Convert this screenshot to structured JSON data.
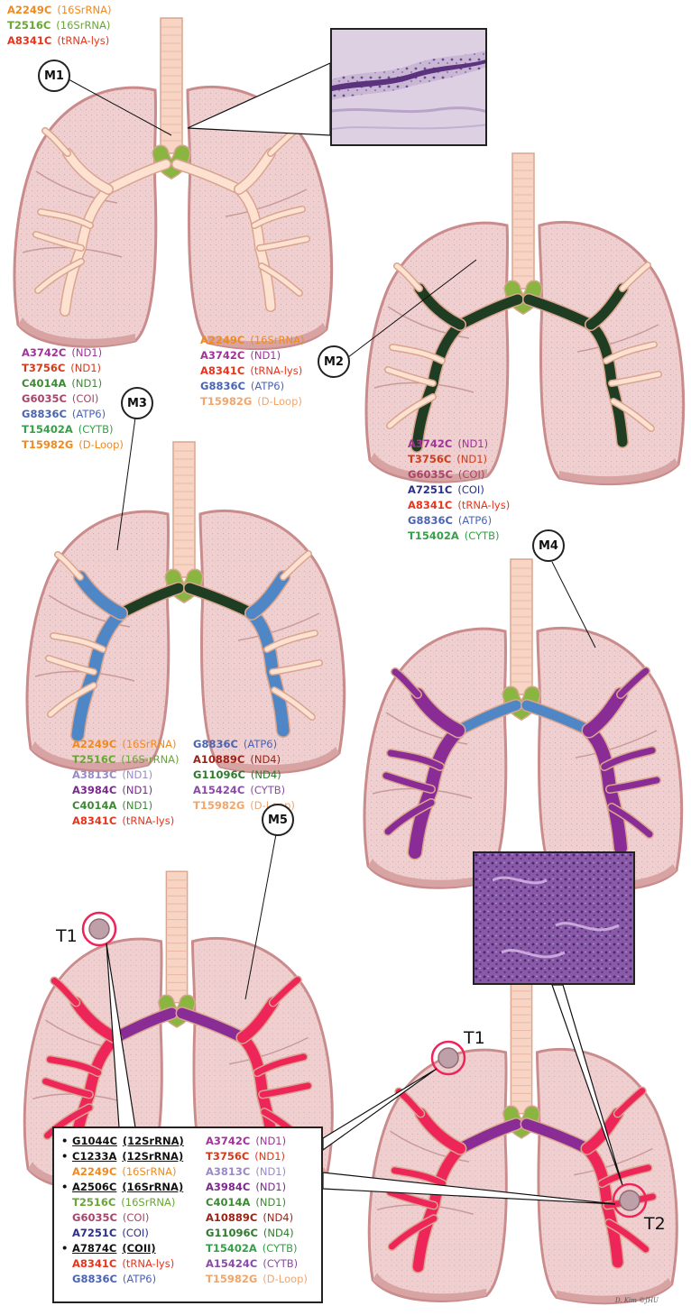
{
  "colors": {
    "lung_fill": "#efcfcf",
    "lung_edge": "#c98b8b",
    "lung_dark": "#d7a3a3",
    "airway": "#fde2d2",
    "airway_edge": "#d9a58f",
    "trachea": "#f7d4c4",
    "green": "#8ab540",
    "dark_green": "#1f3d22",
    "blue": "#4f86c6",
    "purple": "#8a2c96",
    "red": "#ee2559"
  },
  "stages": {
    "m1": {
      "label": "M1"
    },
    "m2": {
      "label": "M2"
    },
    "m3": {
      "label": "M3"
    },
    "m4": {
      "label": "M4"
    },
    "m5": {
      "label": "M5"
    }
  },
  "tumors": {
    "t1_left": "T1",
    "t1_right": "T1",
    "t2": "T2"
  },
  "lists": {
    "m1": [
      {
        "mut": "A2249C",
        "gene": "(16SrRNA)",
        "color": "#f08a1e"
      },
      {
        "mut": "T2516C",
        "gene": "(16SrRNA)",
        "color": "#6aa636"
      },
      {
        "mut": "A8341C",
        "gene": "(tRNA-lys)",
        "color": "#e8341c"
      }
    ],
    "m2": [
      {
        "mut": "A2249C",
        "gene": "(16SrRNA)",
        "color": "#f08a1e"
      },
      {
        "mut": "A3742C",
        "gene": "(ND1)",
        "color": "#a0329a"
      },
      {
        "mut": "A8341C",
        "gene": "(tRNA-lys)",
        "color": "#e8341c"
      },
      {
        "mut": "G8836C",
        "gene": "(ATP6)",
        "color": "#4a63b4"
      },
      {
        "mut": "T15982G",
        "gene": "(D-Loop)",
        "color": "#f3a56a"
      }
    ],
    "m3": [
      {
        "mut": "A3742C",
        "gene": "(ND1)",
        "color": "#a0329a"
      },
      {
        "mut": "T3756C",
        "gene": "(ND1)",
        "color": "#d43a1b"
      },
      {
        "mut": "C4014A",
        "gene": "(ND1)",
        "color": "#3d8a34"
      },
      {
        "mut": "G6035C",
        "gene": "(COI)",
        "color": "#a8456a"
      },
      {
        "mut": "G8836C",
        "gene": "(ATP6)",
        "color": "#4a63b4"
      },
      {
        "mut": "T15402A",
        "gene": "(CYTB)",
        "color": "#35a047"
      },
      {
        "mut": "T15982G",
        "gene": "(D-Loop)",
        "color": "#f08a1e"
      }
    ],
    "m4": [
      {
        "mut": "A3742C",
        "gene": "(ND1)",
        "color": "#a0329a"
      },
      {
        "mut": "T3756C",
        "gene": "(ND1)",
        "color": "#d43a1b"
      },
      {
        "mut": "G6035C",
        "gene": "(COI)",
        "color": "#a8456a"
      },
      {
        "mut": "A7251C",
        "gene": "(COI)",
        "color": "#2a2f8c"
      },
      {
        "mut": "A8341C",
        "gene": "(tRNA-lys)",
        "color": "#e8341c"
      },
      {
        "mut": "G8836C",
        "gene": "(ATP6)",
        "color": "#4a63b4"
      },
      {
        "mut": "T15402A",
        "gene": "(CYTB)",
        "color": "#35a047"
      }
    ],
    "m5_left": [
      {
        "mut": "A2249C",
        "gene": "(16SrRNA)",
        "color": "#f08a1e"
      },
      {
        "mut": "T2516C",
        "gene": "(16S-rRNA)",
        "color": "#6aa636"
      },
      {
        "mut": "A3813C",
        "gene": "(ND1)",
        "color": "#9a8ac8"
      },
      {
        "mut": "A3984C",
        "gene": "(ND1)",
        "color": "#7a2a8c"
      },
      {
        "mut": "C4014A",
        "gene": "(ND1)",
        "color": "#3d8a34"
      },
      {
        "mut": "A8341C",
        "gene": "(tRNA-lys)",
        "color": "#e8341c"
      }
    ],
    "m5_right": [
      {
        "mut": "G8836C",
        "gene": "(ATP6)",
        "color": "#4a63b4"
      },
      {
        "mut": "A10889C",
        "gene": "(ND4)",
        "color": "#9a2418"
      },
      {
        "mut": "G11096C",
        "gene": "(ND4)",
        "color": "#2e7a2e"
      },
      {
        "mut": "A15424C",
        "gene": "(CYTB)",
        "color": "#8a4aa8"
      },
      {
        "mut": "T15982G",
        "gene": "(D-Loop)",
        "color": "#f3a56a"
      }
    ]
  },
  "legend": {
    "left": [
      {
        "mut": "G1044C",
        "gene": "(12SrRNA)",
        "color": "#111111",
        "new": true
      },
      {
        "mut": "C1233A",
        "gene": "(12SrRNA)",
        "color": "#111111",
        "new": true
      },
      {
        "mut": "A2249C",
        "gene": "(16SrRNA)",
        "color": "#f08a1e",
        "new": false
      },
      {
        "mut": "A2506C",
        "gene": "(16SrRNA)",
        "color": "#111111",
        "new": true
      },
      {
        "mut": "T2516C",
        "gene": "(16SrRNA)",
        "color": "#6aa636",
        "new": false
      },
      {
        "mut": "G6035C",
        "gene": "(COI)",
        "color": "#a8456a",
        "new": false
      },
      {
        "mut": "A7251C",
        "gene": "(COI)",
        "color": "#2a2f8c",
        "new": false
      },
      {
        "mut": "A7874C",
        "gene": "(COII)",
        "color": "#111111",
        "new": true
      },
      {
        "mut": "A8341C",
        "gene": "(tRNA-lys)",
        "color": "#e8341c",
        "new": false
      },
      {
        "mut": "G8836C",
        "gene": "(ATP6)",
        "color": "#4a63b4",
        "new": false
      }
    ],
    "right": [
      {
        "mut": "A3742C",
        "gene": "(ND1)",
        "color": "#a0329a"
      },
      {
        "mut": "T3756C",
        "gene": "(ND1)",
        "color": "#d43a1b"
      },
      {
        "mut": "A3813C",
        "gene": "(ND1)",
        "color": "#9a8ac8"
      },
      {
        "mut": "A3984C",
        "gene": "(ND1)",
        "color": "#7a2a8c"
      },
      {
        "mut": "C4014A",
        "gene": "(ND1)",
        "color": "#3d8a34"
      },
      {
        "mut": "A10889C",
        "gene": "(ND4)",
        "color": "#9a2418"
      },
      {
        "mut": "G11096C",
        "gene": "(ND4)",
        "color": "#2e7a2e"
      },
      {
        "mut": "T15402A",
        "gene": "(CYTB)",
        "color": "#35a047"
      },
      {
        "mut": "A15424C",
        "gene": "(CYTB)",
        "color": "#8a4aa8"
      },
      {
        "mut": "T15982G",
        "gene": "(D-Loop)",
        "color": "#f3a56a"
      }
    ]
  },
  "credit": "D. Kim ©JHU"
}
